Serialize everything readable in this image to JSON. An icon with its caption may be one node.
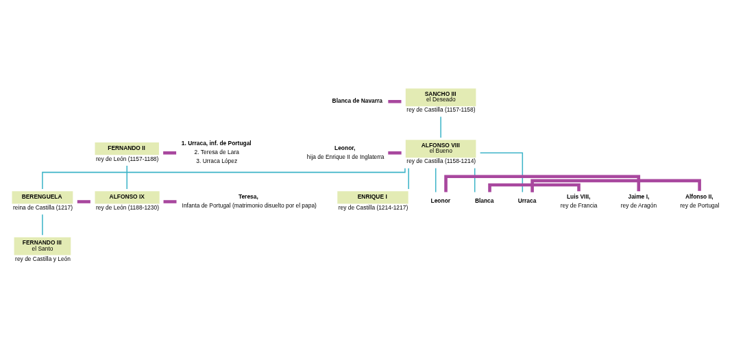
{
  "diagram": {
    "nodes": [
      {
        "text": [
          "Blanca de Navarra"
        ]
      },
      {
        "text": [
          "SANCHO III",
          "el Deseado"
        ],
        "beside": [
          "rey de Castilla (1157-1158)"
        ]
      },
      {
        "text": [
          "Leonor,",
          "hija de Enrique II de Inglaterra"
        ]
      },
      {
        "text": [
          "ALFONSO VIII",
          "el Bueno"
        ],
        "beside": [
          "rey de Castilla (1158-1214)"
        ]
      },
      {
        "text": [
          "FERNANDO II"
        ],
        "beside": [
          "rey de León (1157-1188)"
        ]
      },
      {
        "text": [
          "1. Urraca, inf. de Portugal",
          "2. Teresa de Lara",
          "3. Urraca López"
        ]
      },
      {
        "text": [
          "ENRIQUE I"
        ],
        "beside": [
          "rey de Castilla (1214-1217)"
        ]
      },
      {
        "text": [
          "Blanca"
        ]
      },
      {
        "text": [
          "Luis VIII,",
          "rey de Francia"
        ]
      },
      {
        "text": [
          "Leonor"
        ]
      },
      {
        "text": [
          "Jaime I,",
          "rey de Aragón"
        ]
      },
      {
        "text": [
          "Urraca"
        ]
      },
      {
        "text": [
          "Alfonso II,",
          "rey de Portugal"
        ]
      },
      {
        "text": [
          "BERENGUELA"
        ],
        "beside": [
          "reina de Castilla (1217)"
        ]
      },
      {
        "text": [
          "ALFONSO IX"
        ],
        "beside": [
          "rey de León (1188-1230)"
        ]
      },
      {
        "text": [
          "Teresa,",
          "Infanta de Portugal (matrimonio disuelto por el papa)"
        ]
      },
      {
        "text": [
          "FERNANDO III",
          "el Santo"
        ],
        "beside": [
          "rey de Castilla y León"
        ]
      }
    ],
    "edges": [
      {
        "from": 0,
        "to": 1,
        "arrow": "none",
        "style": "thick",
        "color": "#a8479e"
      },
      {
        "from": 1,
        "to": 3,
        "arrow": "none",
        "color": "#3db4c8"
      },
      {
        "from": 2,
        "to": 3,
        "arrow": "none",
        "style": "thick",
        "color": "#a8479e"
      },
      {
        "from": 4,
        "to": 5,
        "arrow": "none",
        "style": "thick",
        "color": "#a8479e"
      },
      {
        "from": 3,
        "to": 6,
        "arrow": "none",
        "color": "#3db4c8"
      },
      {
        "from": 3,
        "to": 7,
        "arrow": "none",
        "color": "#3db4c8"
      },
      {
        "from": 3,
        "to": 9,
        "arrow": "none",
        "color": "#3db4c8"
      },
      {
        "from": 3,
        "to": 11,
        "arrow": "none",
        "color": "#3db4c8"
      },
      {
        "from": 3,
        "to": 13,
        "arrow": "none",
        "color": "#3db4c8"
      },
      {
        "from": 7,
        "to": 8,
        "arrow": "none",
        "style": "thick",
        "color": "#a8479e"
      },
      {
        "from": 9,
        "to": 10,
        "arrow": "none",
        "style": "thick",
        "color": "#a8479e"
      },
      {
        "from": 11,
        "to": 12,
        "arrow": "none",
        "style": "thick",
        "color": "#a8479e"
      },
      {
        "from": 4,
        "to": 14,
        "arrow": "none",
        "color": "#3db4c8"
      },
      {
        "from": 13,
        "to": 14,
        "arrow": "none",
        "style": "thick",
        "color": "#a8479e"
      },
      {
        "from": 14,
        "to": 15,
        "arrow": "none",
        "style": "thick",
        "color": "#a8479e"
      },
      {
        "from": 13,
        "to": 16,
        "arrow": "none",
        "color": "#3db4c8"
      }
    ]
  }
}
